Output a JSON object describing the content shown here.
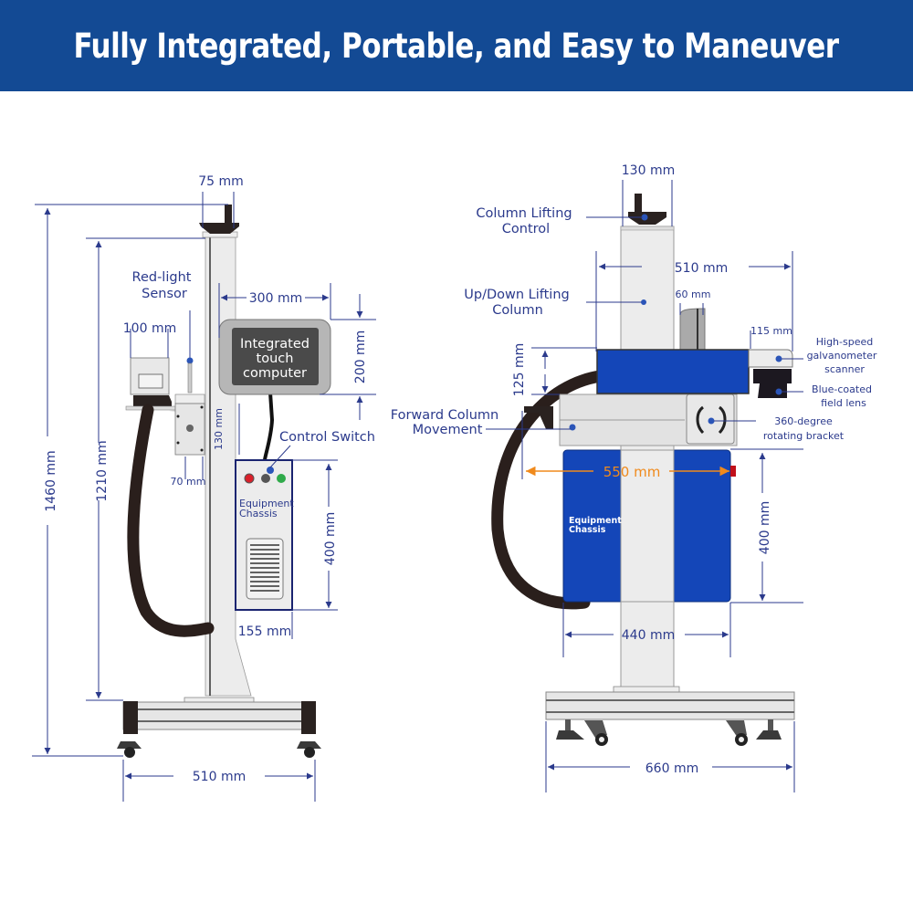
{
  "title": "Fully Integrated, Portable, and Easy to Maneuver",
  "colors": {
    "banner": "#134a94",
    "label_text": "#2b3a8c",
    "dimension_line": "#2b3a8c",
    "chassis_blue": "#1446b8",
    "orange_dimension": "#f08a1c",
    "cable": "#2a1f1c"
  },
  "side_view": {
    "labels": {
      "red_light_sensor": [
        "Red-light",
        "Sensor"
      ],
      "touch_computer": [
        "Integrated",
        "touch",
        "computer"
      ],
      "control_switch": "Control Switch",
      "equipment_chassis": [
        "Equipment",
        "Chassis"
      ]
    },
    "dimensions": {
      "top_handle_width": "75 mm",
      "total_height": "1460 mm",
      "column_height": "1210 mm",
      "computer_width": "300 mm",
      "computer_height": "200 mm",
      "laser_head_width": "100 mm",
      "bracket_height": "130 mm",
      "bracket_width": "70 mm",
      "chassis_height": "400 mm",
      "chassis_depth": "155 mm",
      "base_width": "510 mm"
    },
    "switch_lights": [
      "red",
      "gray",
      "green"
    ]
  },
  "front_view": {
    "labels": {
      "column_lifting_control": [
        "Column Lifting",
        "Control"
      ],
      "lifting_column": [
        "Up/Down Lifting",
        "Column"
      ],
      "forward_column_movement": [
        "Forward Column",
        "Movement"
      ],
      "galvanometer_scanner": [
        "High-speed",
        "galvanometer",
        "scanner"
      ],
      "field_lens": [
        "Blue-coated",
        "field lens"
      ],
      "rotating_bracket": [
        "360-degree",
        "rotating bracket"
      ],
      "equipment_chassis": [
        "Equipment",
        "Chassis"
      ]
    },
    "dimensions": {
      "column_width": "130 mm",
      "arm_reach": "510 mm",
      "arm_bracket_width": "60 mm",
      "scanner_width": "115 mm",
      "arm_height": "125 mm",
      "overall_width": "550 mm",
      "chassis_height": "400 mm",
      "chassis_width": "440 mm",
      "base_width": "660 mm"
    }
  }
}
